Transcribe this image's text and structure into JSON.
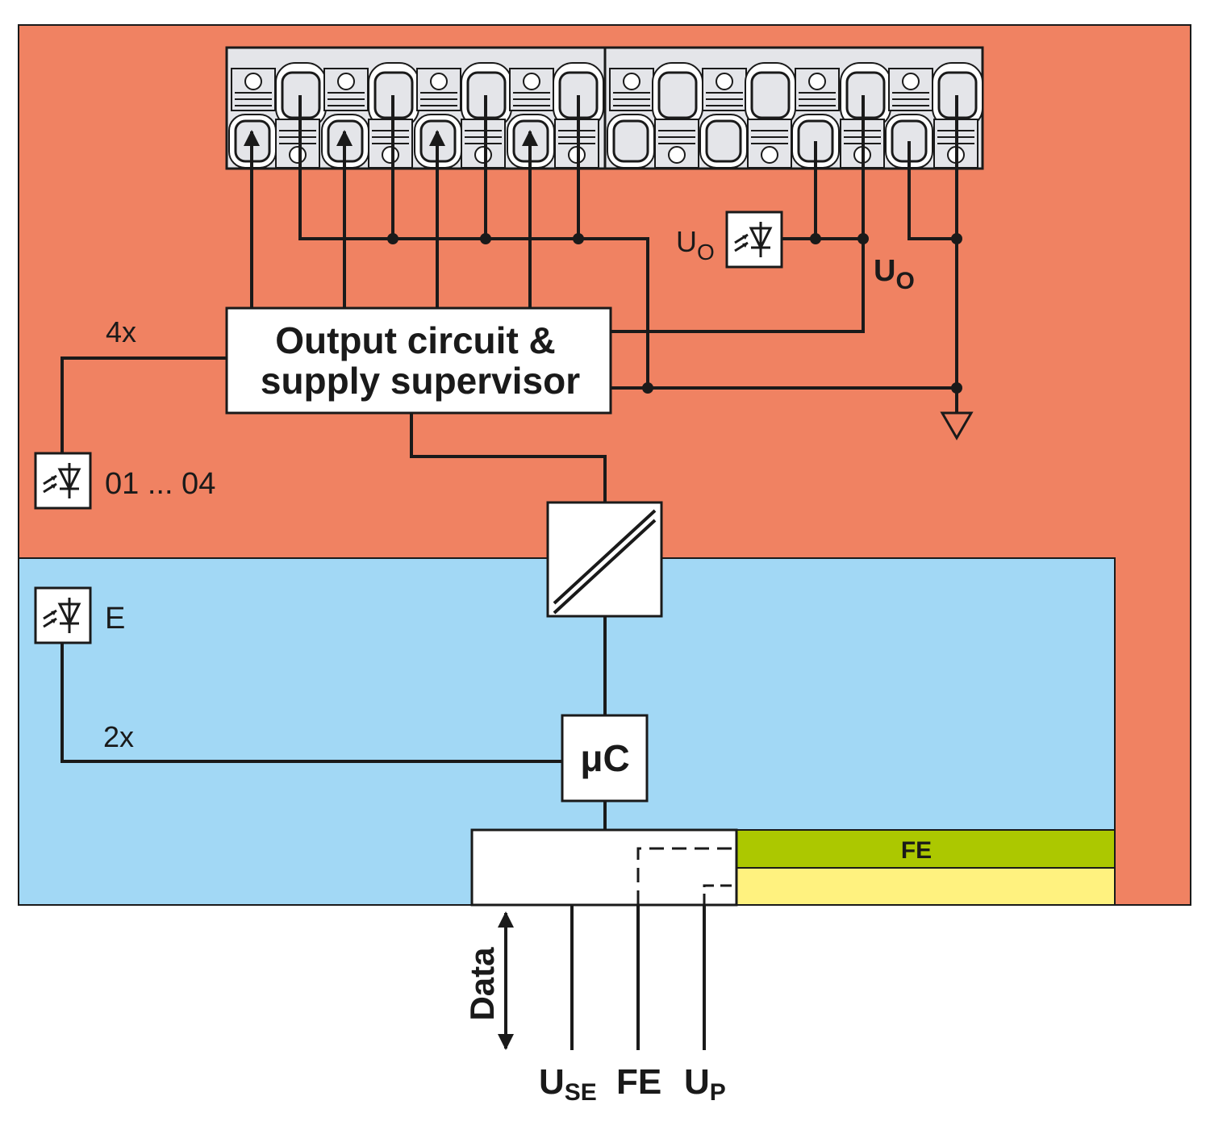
{
  "colors": {
    "output_zone": "#f08262",
    "logic_zone": "#a2d8f5",
    "fe_band": "#acc800",
    "up_band": "#fff27f",
    "terminal": "#e4e5e9",
    "line": "#1a1a1a"
  },
  "labels": {
    "output_block_line1": "Output circuit &",
    "output_block_line2": "supply supervisor",
    "channel_count_out": "4x",
    "channel_count_in": "2x",
    "output_leds": "01 ... 04",
    "error_led": "E",
    "uo_led_main": "U",
    "uo_led_sub": "O",
    "uo_main": "U",
    "uo_sub": "O",
    "microcontroller": "μC",
    "fe_band": "FE",
    "data": "Data",
    "use_main": "U",
    "use_sub": "SE",
    "fe_bottom": "FE",
    "up_main": "U",
    "up_sub": "P"
  },
  "icons": {
    "led": "led-indicator-icon",
    "isolation": "galvanic-isolation-icon",
    "ground": "ground-icon"
  }
}
